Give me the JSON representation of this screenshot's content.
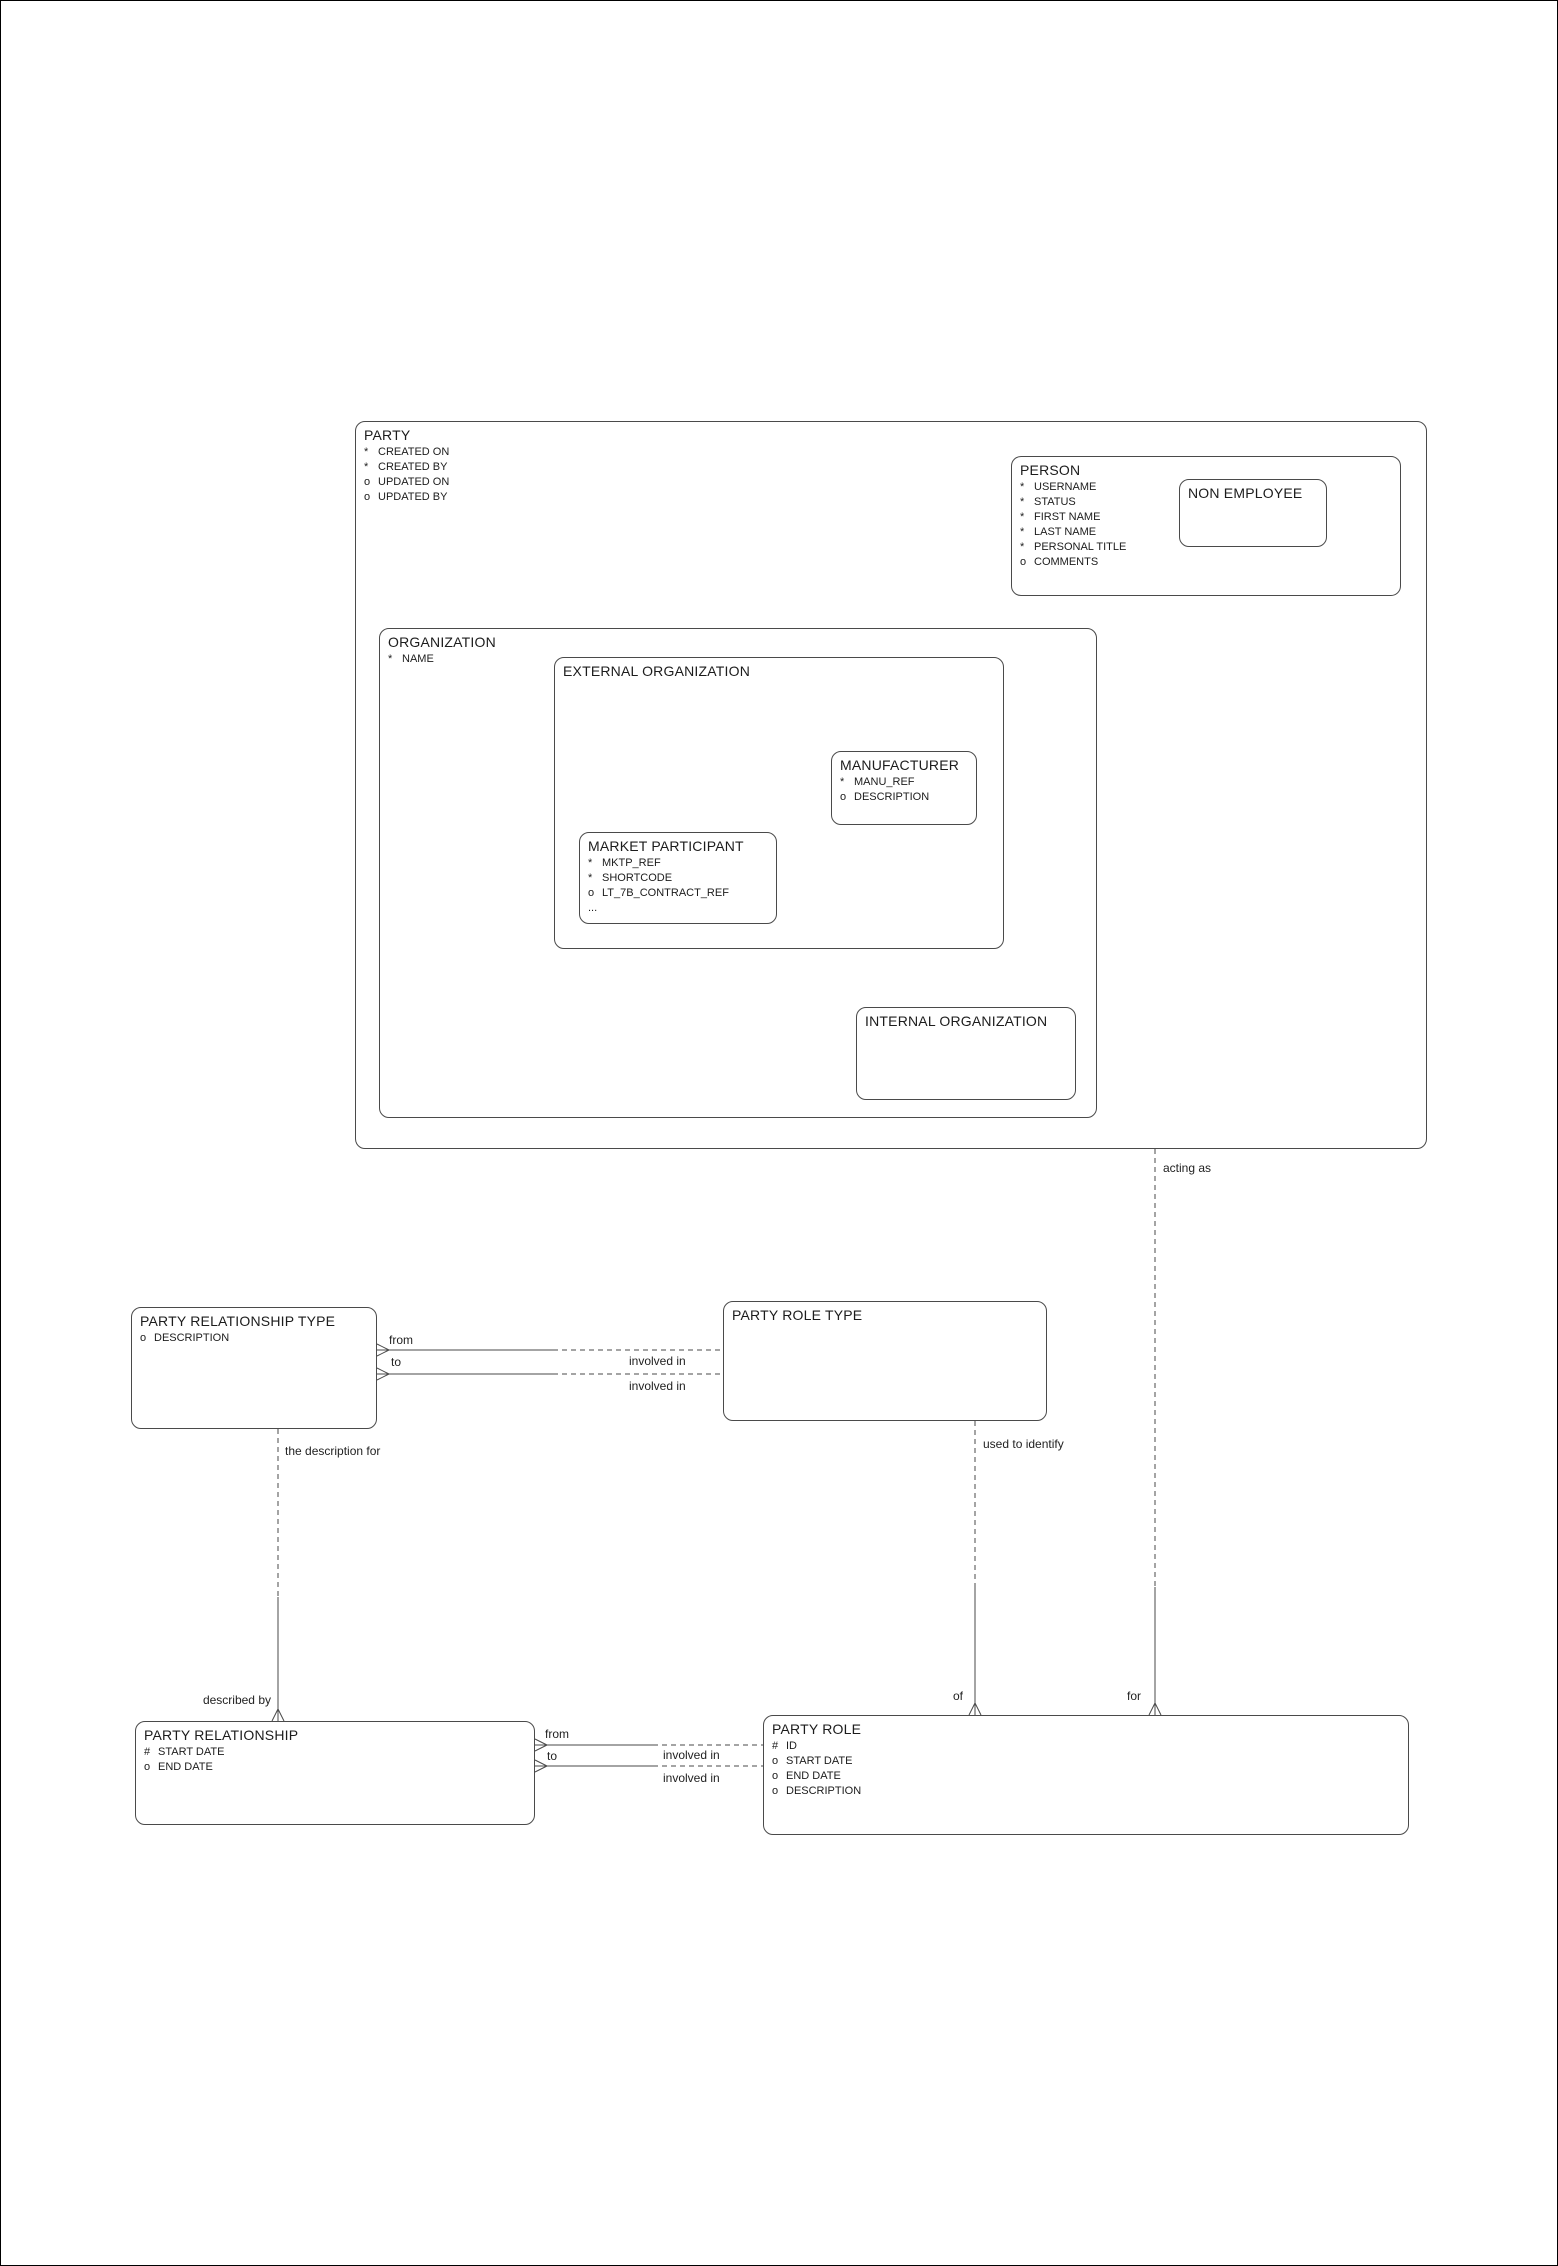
{
  "entities": {
    "party": {
      "title": "PARTY",
      "attributes": [
        [
          "*",
          "CREATED ON"
        ],
        [
          "*",
          "CREATED BY"
        ],
        [
          "o",
          "UPDATED ON"
        ],
        [
          "o",
          "UPDATED BY"
        ]
      ]
    },
    "person": {
      "title": "PERSON",
      "attributes": [
        [
          "*",
          "USERNAME"
        ],
        [
          "*",
          "STATUS"
        ],
        [
          "*",
          "FIRST NAME"
        ],
        [
          "*",
          "LAST NAME"
        ],
        [
          "*",
          "PERSONAL TITLE"
        ],
        [
          "o",
          "COMMENTS"
        ]
      ]
    },
    "non_employee": {
      "title": "NON EMPLOYEE",
      "attributes": []
    },
    "organization": {
      "title": "ORGANIZATION",
      "attributes": [
        [
          "*",
          "NAME"
        ]
      ]
    },
    "external_organization": {
      "title": "EXTERNAL ORGANIZATION",
      "attributes": []
    },
    "manufacturer": {
      "title": "MANUFACTURER",
      "attributes": [
        [
          "*",
          "MANU_REF"
        ],
        [
          "o",
          "DESCRIPTION"
        ]
      ]
    },
    "market_participant": {
      "title": "MARKET PARTICIPANT",
      "attributes": [
        [
          "*",
          "MKTP_REF"
        ],
        [
          "*",
          "SHORTCODE"
        ],
        [
          "o",
          "LT_7B_CONTRACT_REF"
        ]
      ],
      "more_indicator": "..."
    },
    "internal_organization": {
      "title": "INTERNAL ORGANIZATION",
      "attributes": []
    },
    "party_relationship_type": {
      "title": "PARTY RELATIONSHIP TYPE",
      "attributes": [
        [
          "o",
          "DESCRIPTION"
        ]
      ]
    },
    "party_role_type": {
      "title": "PARTY ROLE TYPE",
      "attributes": []
    },
    "party_relationship": {
      "title": "PARTY RELATIONSHIP",
      "attributes": [
        [
          "#",
          "START DATE"
        ],
        [
          "o",
          "END DATE"
        ]
      ]
    },
    "party_role": {
      "title": "PARTY ROLE",
      "attributes": [
        [
          "#",
          "ID"
        ],
        [
          "o",
          "START DATE"
        ],
        [
          "o",
          "END DATE"
        ],
        [
          "o",
          "DESCRIPTION"
        ]
      ]
    }
  },
  "relationship_labels": {
    "acting_as": "acting as",
    "for": "for",
    "of": "of",
    "used_to_identify": "used to identify",
    "the_description_for": "the description for",
    "described_by": "described by",
    "type_from": "from",
    "type_to": "to",
    "type_involved_in_1": "involved in",
    "type_involved_in_2": "involved in",
    "rel_from": "from",
    "rel_to": "to",
    "rel_involved_in_1": "involved in",
    "rel_involved_in_2": "involved in"
  }
}
